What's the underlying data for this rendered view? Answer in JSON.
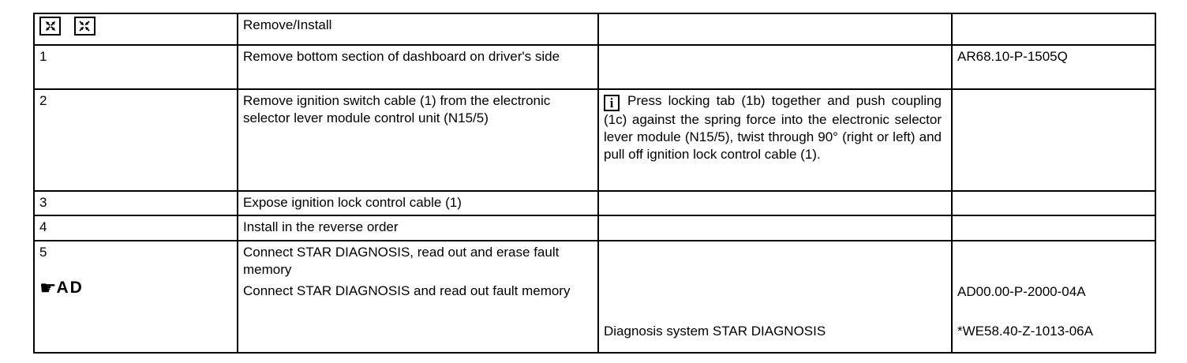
{
  "header": {
    "title": "Remove/Install"
  },
  "icons": {
    "info_glyph": "i",
    "hand_glyph": "☛"
  },
  "colors": {
    "border": "#000000",
    "text": "#000000",
    "background": "#ffffff"
  },
  "rows": [
    {
      "num": "1",
      "desc": "Remove bottom section of dashboard on driver's side",
      "note": "",
      "ref": "AR68.10-P-1505Q"
    },
    {
      "num": "2",
      "desc": "Remove ignition switch cable (1) from the electronic selector lever module control unit (N15/5)",
      "note": "Press locking tab (1b) together and push coupling (1c) against the spring force into the electronic selector lever module (N15/5), twist through 90° (right or left) and pull off ignition lock control cable (1).",
      "ref": ""
    },
    {
      "num": "3",
      "desc": "Expose ignition lock control cable (1)",
      "note": "",
      "ref": ""
    },
    {
      "num": "4",
      "desc": "Install in the reverse order",
      "note": "",
      "ref": ""
    },
    {
      "num": "5",
      "hand_label": "AD",
      "steps": [
        "Connect STAR DIAGNOSIS, read out and erase fault memory",
        "Connect STAR DIAGNOSIS and read out fault memory"
      ],
      "note": "Diagnosis system STAR DIAGNOSIS",
      "refs": [
        "AD00.00-P-2000-04A",
        "*WE58.40-Z-1013-06A"
      ]
    }
  ]
}
